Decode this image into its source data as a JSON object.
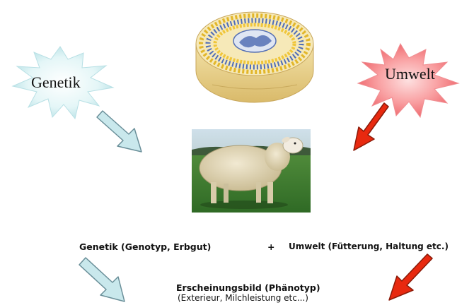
{
  "starburst_left": {
    "label": "Genetik",
    "fill": "#d9f2f4"
  },
  "starburst_right": {
    "label": "Umwelt",
    "fill": "#f9a3a6"
  },
  "arrow_colors": {
    "genetics": "#c9e8ec",
    "genetics_stroke": "#6a8f99",
    "environment": "#e8290f",
    "environment_stroke": "#8a1a08"
  },
  "cheese_image": {
    "icon": "cheese-wheel-image"
  },
  "sheep_image": {
    "icon": "sheep-photo"
  },
  "formula": {
    "left": "Genetik (Genotyp, Erbgut)",
    "plus": "+",
    "right": "Umwelt (Fütterung, Haltung etc.)"
  },
  "result": {
    "title": "Erscheinungsbild (Phänotyp)",
    "subtitle": "(Exterieur, Milchleistung etc...)"
  }
}
